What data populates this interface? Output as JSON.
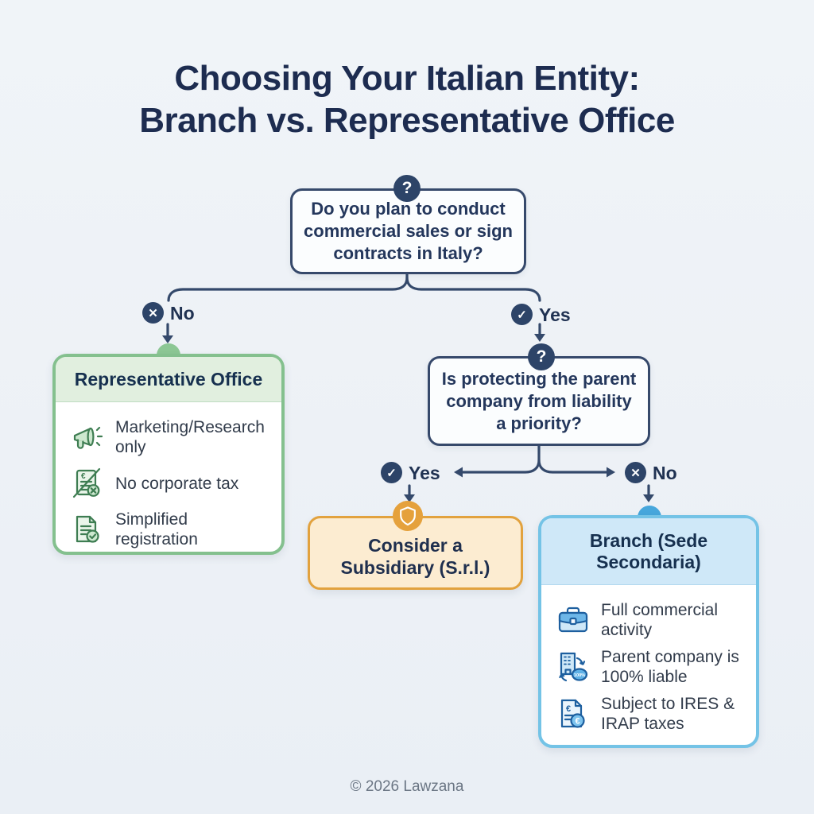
{
  "title": {
    "line1": "Choosing Your Italian Entity:",
    "line2": "Branch vs. Representative Office"
  },
  "icons": {
    "question": "?",
    "check": "✓",
    "cross": "✕"
  },
  "colors": {
    "background": "#edf1f6",
    "navy_line": "#34496b",
    "navy_badge": "#2d4468",
    "title_text": "#1d2c50",
    "green_border": "#84c08e",
    "green_header": "#e1efdf",
    "green_port": "#8cc794",
    "blue_border": "#74c3e6",
    "blue_header": "#cfe8f8",
    "blue_port": "#47a7dc",
    "orange_border": "#e2a23e",
    "orange_fill": "#fcecd1",
    "orange_port": "#e5a13c"
  },
  "flow": {
    "question1": {
      "icon": "question-icon",
      "text": "Do you plan to conduct commercial sales or sign contracts in Italy?"
    },
    "question2": {
      "icon": "question-icon",
      "text": "Is protecting the parent company from liability a priority?"
    },
    "branch1": {
      "no_label": "No",
      "yes_label": "Yes"
    },
    "branch2": {
      "yes_label": "Yes",
      "no_label": "No"
    }
  },
  "cards": {
    "representative_office": {
      "title": "Representative Office",
      "items": [
        {
          "icon": "megaphone-icon",
          "text": "Marketing/Research only"
        },
        {
          "icon": "no-corporate-tax-icon",
          "text": "No corporate tax"
        },
        {
          "icon": "simplified-registration-icon",
          "text": "Simplified registration"
        }
      ]
    },
    "subsidiary": {
      "icon": "shield-icon",
      "title": "Consider a Subsidiary (S.r.l.)"
    },
    "branch": {
      "title": "Branch (Sede Secondaria)",
      "items": [
        {
          "icon": "briefcase-icon",
          "text": "Full commercial activity"
        },
        {
          "icon": "parent-liability-icon",
          "text": "Parent company is 100% liable"
        },
        {
          "icon": "tax-documents-icon",
          "text": "Subject to IRES & IRAP taxes"
        }
      ]
    }
  },
  "footer": {
    "text": "© 2026 Lawzana"
  }
}
